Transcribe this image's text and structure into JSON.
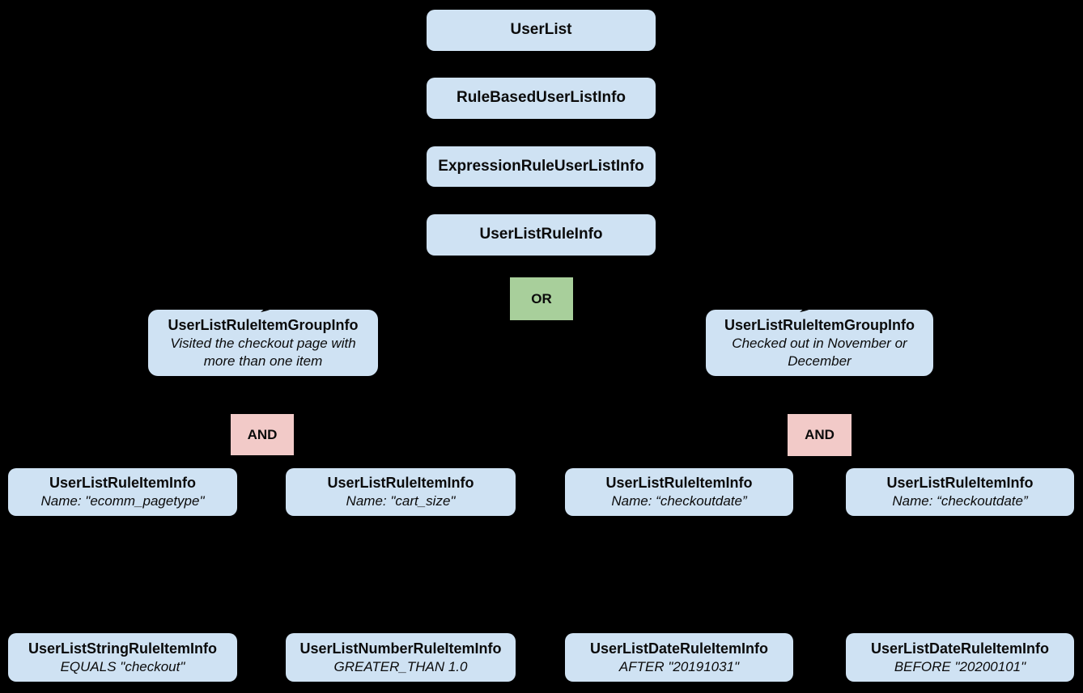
{
  "diagram": {
    "background": "#000000",
    "colors": {
      "node_blue": "#cfe2f3",
      "operator_or_green": "#a8cf9b",
      "operator_and_pink": "#f2cac8",
      "text": "#0b0b0b"
    },
    "chain": [
      {
        "label": "UserList"
      },
      {
        "label": "RuleBasedUserListInfo"
      },
      {
        "label": "ExpressionRuleUserListInfo"
      },
      {
        "label": "UserListRuleInfo"
      }
    ],
    "or_operator": {
      "label": "OR"
    },
    "groups": [
      {
        "title": "UserListRuleItemGroupInfo",
        "description": "Visited the checkout page with more than one item",
        "and_label": "AND"
      },
      {
        "title": "UserListRuleItemGroupInfo",
        "description": "Checked out in November or December",
        "and_label": "AND"
      }
    ],
    "rule_items": [
      {
        "title": "UserListRuleItemInfo",
        "detail": "Name: \"ecomm_pagetype\""
      },
      {
        "title": "UserListRuleItemInfo",
        "detail": "Name: \"cart_size\""
      },
      {
        "title": "UserListRuleItemInfo",
        "detail": "Name: “checkoutdate”"
      },
      {
        "title": "UserListRuleItemInfo",
        "detail": "Name: “checkoutdate”"
      }
    ],
    "leaf_items": [
      {
        "title": "UserListStringRuleItemInfo",
        "detail": "EQUALS \"checkout\""
      },
      {
        "title": "UserListNumberRuleItemInfo",
        "detail": "GREATER_THAN 1.0"
      },
      {
        "title": "UserListDateRuleItemInfo",
        "detail": "AFTER \"20191031\""
      },
      {
        "title": "UserListDateRuleItemInfo",
        "detail": "BEFORE \"20200101\""
      }
    ]
  }
}
